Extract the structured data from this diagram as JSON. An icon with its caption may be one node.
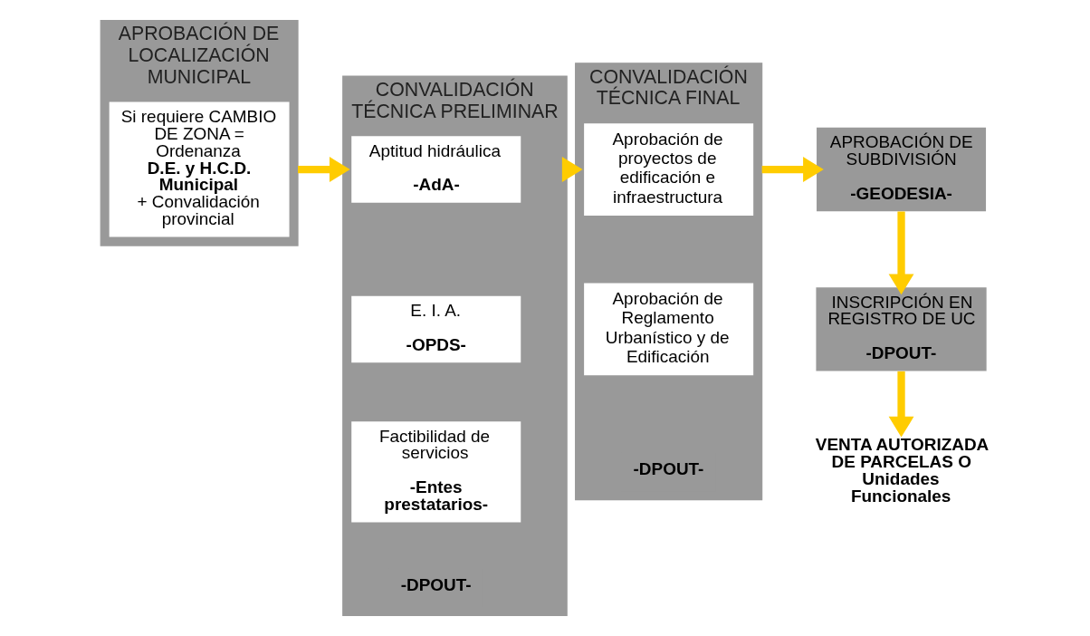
{
  "diagram": {
    "nodes": [
      {
        "text": [
          "APROBACIÓN DE LOCALIZACIÓN MUNICIPAL"
        ]
      },
      {
        "text": [
          "Si requiere CAMBIO DE ZONA = Ordenanza **D.E. y H.C.D. Municipal** + Convalidación provincial"
        ],
        "in": 0
      },
      {
        "text": [
          "CONVALIDACIÓN TÉCNICA PRELIMINAR",
          "-DPOUT-"
        ]
      },
      {
        "text": [
          "Aptitud hidráulica",
          "-AdA-"
        ],
        "in": 2
      },
      {
        "text": [
          "E. I. A.",
          "-OPDS-"
        ],
        "in": 2
      },
      {
        "text": [
          "Factibilidad de servicios",
          "-Entes prestatarios-"
        ],
        "in": 2
      },
      {
        "text": [
          "CONVALIDACIÓN TÉCNICA FINAL",
          "-DPOUT-"
        ]
      },
      {
        "text": [
          "Aprobación de proyectos de edificación e infraestructura"
        ],
        "in": 6
      },
      {
        "text": [
          "Aprobación de Reglamento Urbanístico y de Edificación"
        ],
        "in": 6
      },
      {
        "text": [
          "APROBACIÓN DE SUBDIVISIÓN",
          "-GEODESIA-"
        ]
      },
      {
        "text": [
          "INSCRIPCIÓN EN REGISTRO DE UC",
          "-DPOUT-"
        ]
      },
      {
        "text": [
          "VENTA AUTORIZADA DE PARCELAS O Unidades Funcionales"
        ]
      }
    ],
    "edges": [
      {
        "from": 0,
        "to": 2,
        "arrow": "to"
      },
      {
        "from": 2,
        "to": 6,
        "arrow": "to"
      },
      {
        "from": 6,
        "to": 9,
        "arrow": "to"
      },
      {
        "from": 9,
        "to": 10,
        "arrow": "to"
      },
      {
        "from": 10,
        "to": 11,
        "arrow": "to"
      }
    ]
  }
}
